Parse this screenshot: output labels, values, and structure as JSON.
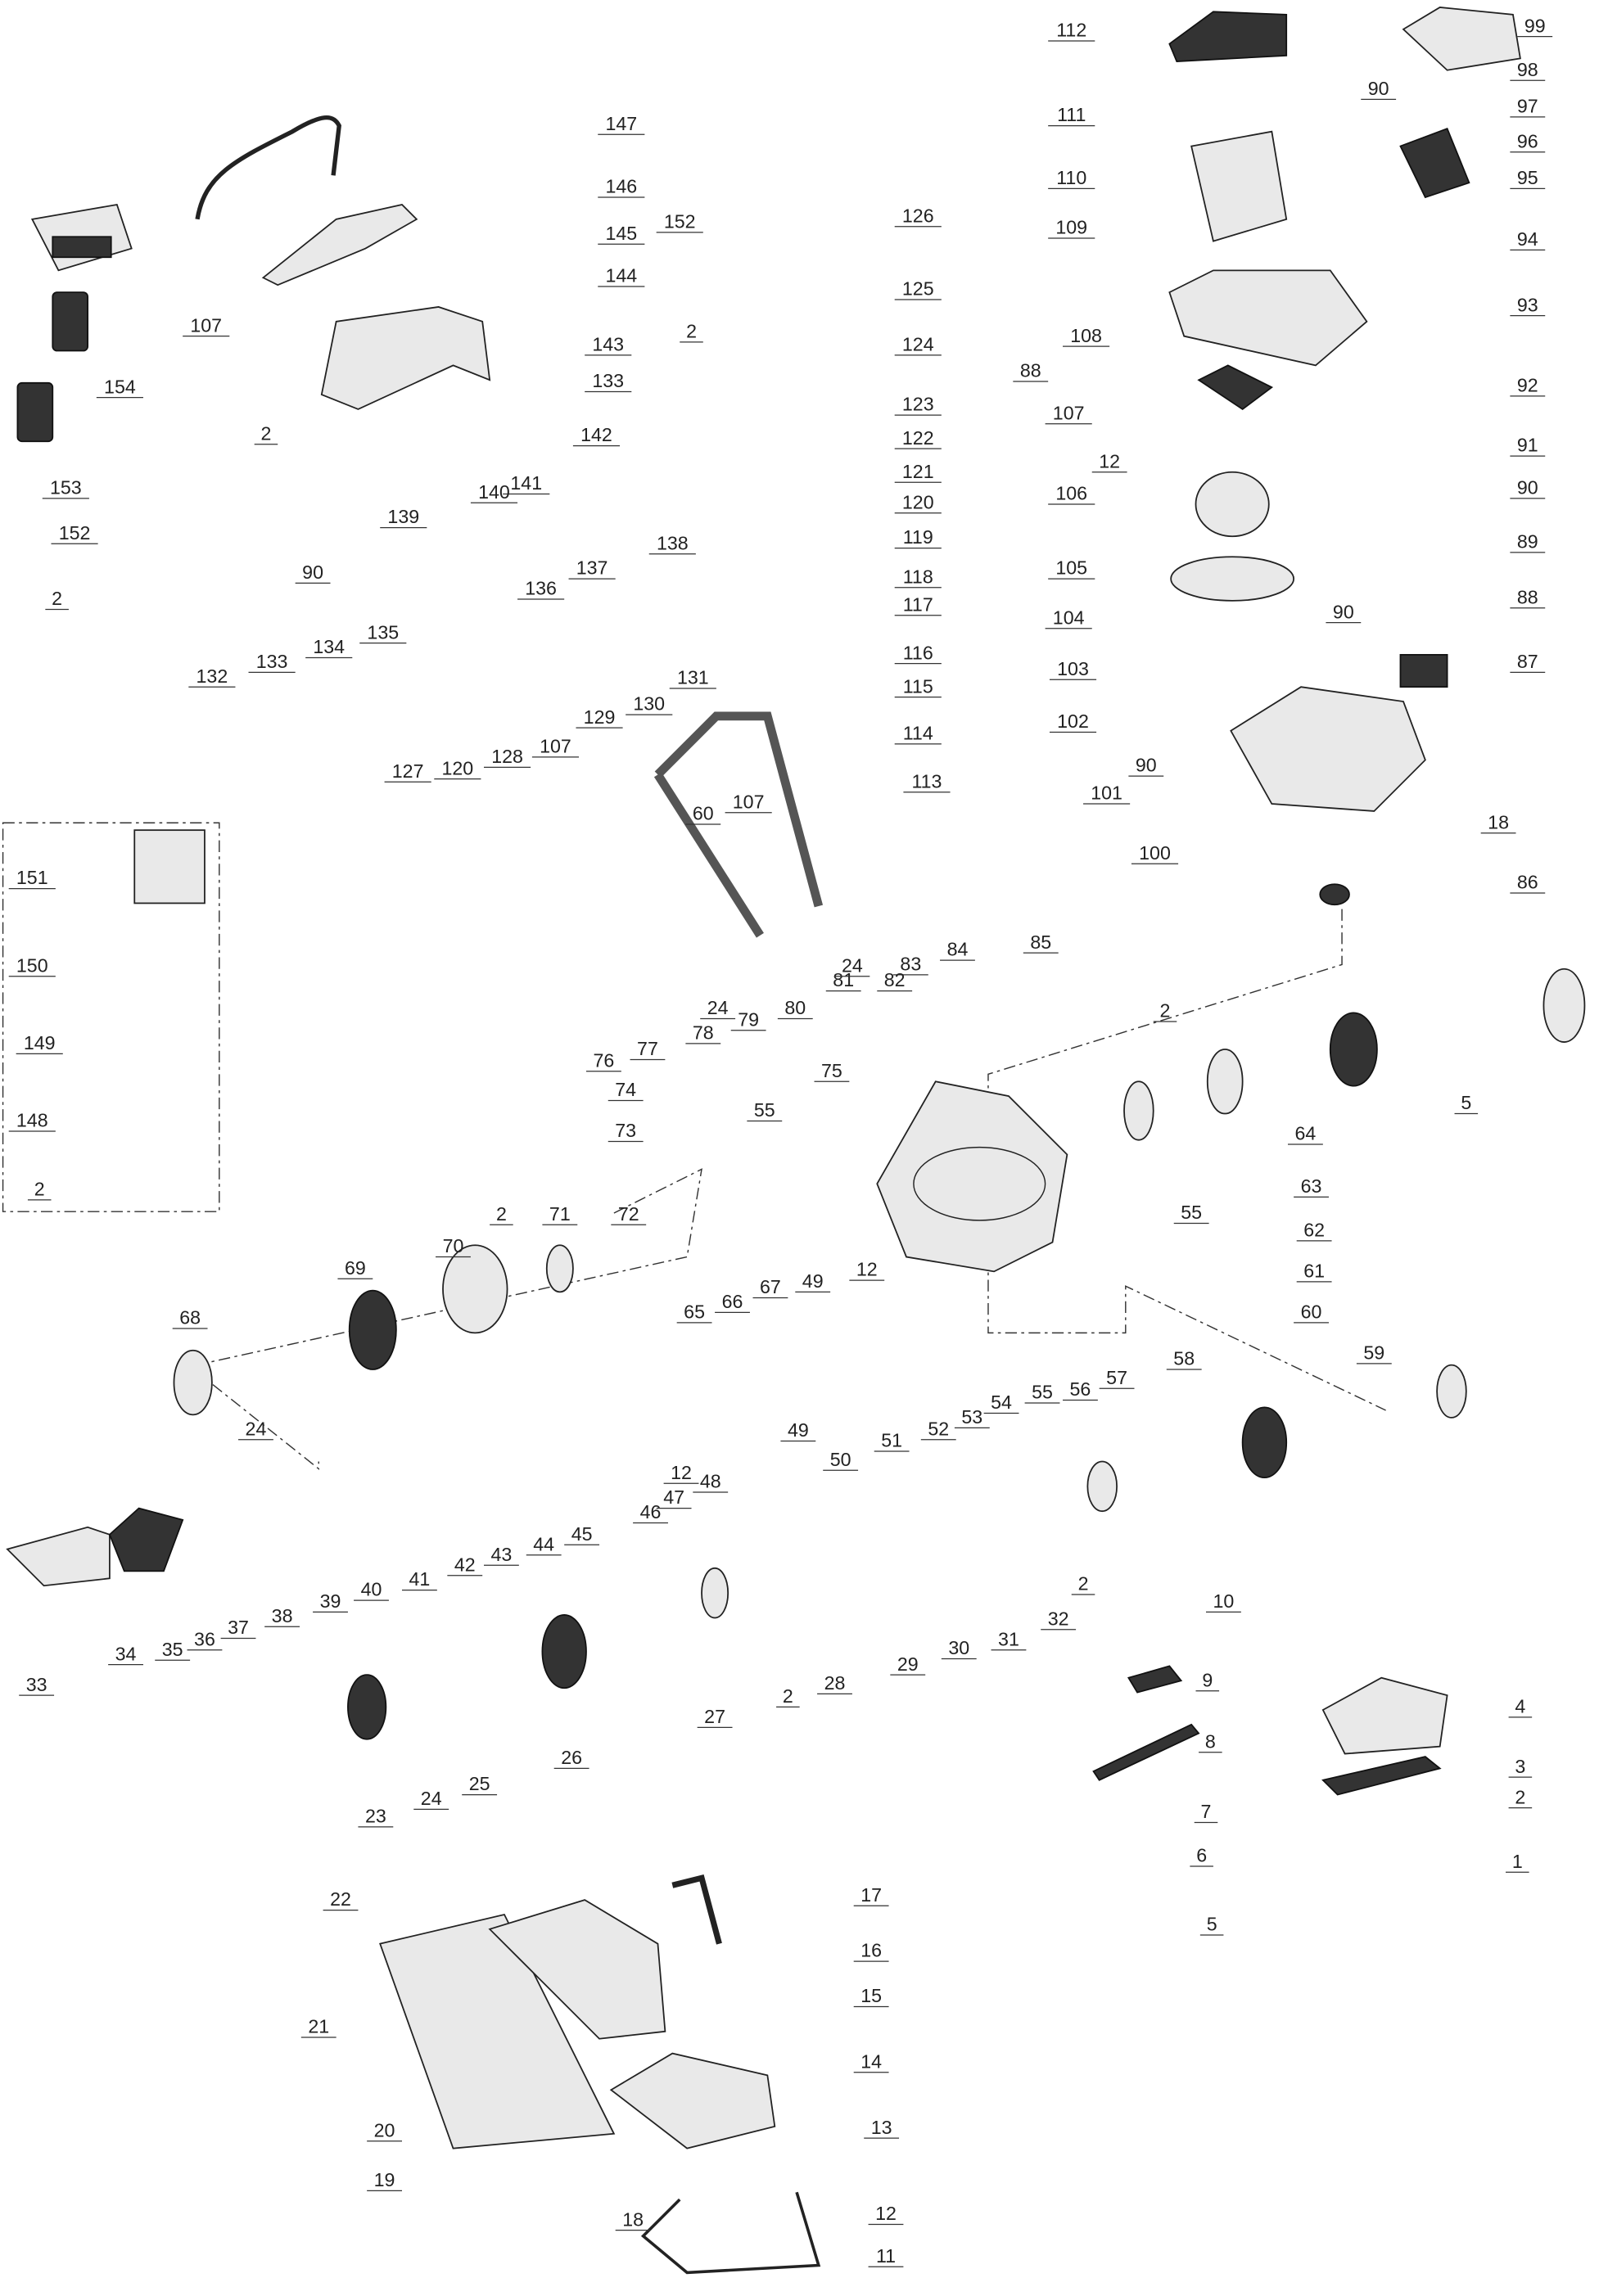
{
  "diagram": {
    "type": "exploded-parts-view",
    "labels": [
      "112",
      "99",
      "98",
      "90",
      "97",
      "96",
      "111",
      "95",
      "110",
      "109",
      "94",
      "93",
      "108",
      "88",
      "92",
      "107",
      "91",
      "12",
      "90",
      "106",
      "89",
      "105",
      "88",
      "90",
      "104",
      "87",
      "103",
      "102",
      "90",
      "18",
      "101",
      "100",
      "86",
      "147",
      "146",
      "145",
      "144",
      "143",
      "133",
      "142",
      "107",
      "154",
      "153",
      "152",
      "126",
      "125",
      "2",
      "124",
      "123",
      "122",
      "121",
      "120",
      "119",
      "118",
      "117",
      "116",
      "115",
      "114",
      "113",
      "2",
      "141",
      "140",
      "139",
      "138",
      "137",
      "136",
      "152",
      "90",
      "2",
      "134",
      "135",
      "132",
      "133",
      "129",
      "130",
      "131",
      "127",
      "120",
      "128",
      "107",
      "107",
      "60",
      "84",
      "83",
      "82",
      "81",
      "24",
      "80",
      "79",
      "78",
      "24",
      "77",
      "76",
      "85",
      "151",
      "150",
      "149",
      "148",
      "2",
      "74",
      "55",
      "73",
      "75",
      "72",
      "2",
      "71",
      "70",
      "69",
      "12",
      "49",
      "55",
      "58",
      "2",
      "5",
      "64",
      "63",
      "62",
      "61",
      "60",
      "59",
      "68",
      "65",
      "66",
      "67",
      "57",
      "56",
      "24",
      "53",
      "52",
      "51",
      "50",
      "49",
      "48",
      "12",
      "47",
      "46",
      "55",
      "54",
      "45",
      "44",
      "43",
      "42",
      "41",
      "40",
      "39",
      "38",
      "37",
      "36",
      "35",
      "34",
      "33",
      "2",
      "32",
      "31",
      "30",
      "29",
      "10",
      "27",
      "2",
      "28",
      "9",
      "26",
      "25",
      "24",
      "23",
      "8",
      "4",
      "3",
      "2",
      "7",
      "6",
      "1",
      "5",
      "17",
      "22",
      "16",
      "15",
      "21",
      "14",
      "13",
      "20",
      "19",
      "12",
      "18",
      "11"
    ]
  }
}
